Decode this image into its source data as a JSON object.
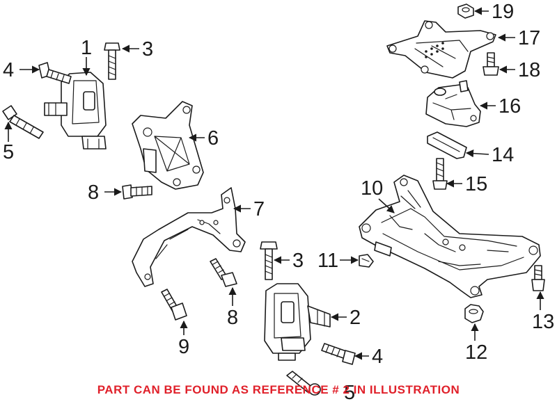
{
  "callouts": {
    "c1": "1",
    "c2": "2",
    "c3a": "3",
    "c3b": "3",
    "c4a": "4",
    "c4b": "4",
    "c5a": "5",
    "c5b": "5",
    "c6": "6",
    "c7": "7",
    "c8a": "8",
    "c8b": "8",
    "c9": "9",
    "c10": "10",
    "c11": "11",
    "c12": "12",
    "c13": "13",
    "c14": "14",
    "c15": "15",
    "c16": "16",
    "c17": "17",
    "c18": "18",
    "c19": "19"
  },
  "footnote": "PART CAN BE FOUND AS REFERENCE # 2 IN ILLUSTRATION",
  "colors": {
    "footnote": "#e0202a",
    "line": "#1a1a1a"
  }
}
